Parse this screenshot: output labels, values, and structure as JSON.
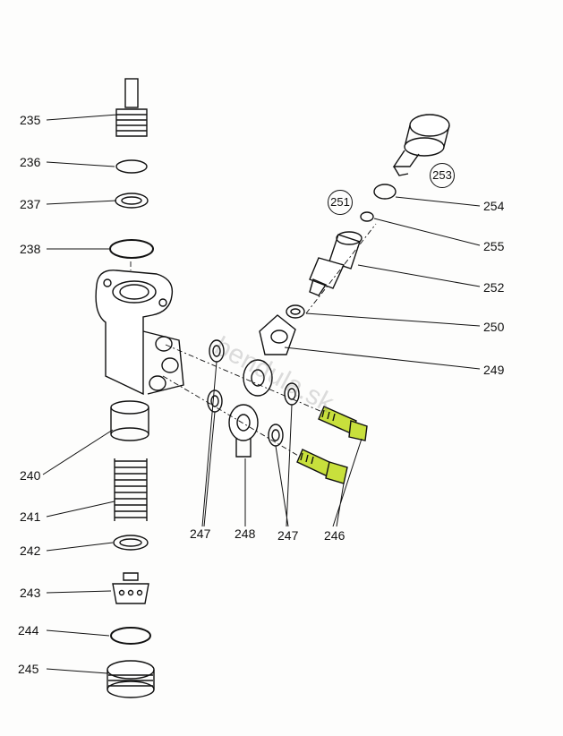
{
  "labels": {
    "p235": "235",
    "p236": "236",
    "p237": "237",
    "p238": "238",
    "p240": "240",
    "p241": "241",
    "p242": "242",
    "p243": "243",
    "p244": "244",
    "p245": "245",
    "p247a": "247",
    "p248": "248",
    "p247b": "247",
    "p246": "246",
    "p254": "254",
    "p255": "255",
    "p252": "252",
    "p250": "250",
    "p249": "249",
    "p251": "251",
    "p253": "253"
  },
  "watermark": "bendula.sk",
  "colors": {
    "highlight": "#c8e03c",
    "line": "#111111",
    "paper": "#fdfdfc"
  }
}
